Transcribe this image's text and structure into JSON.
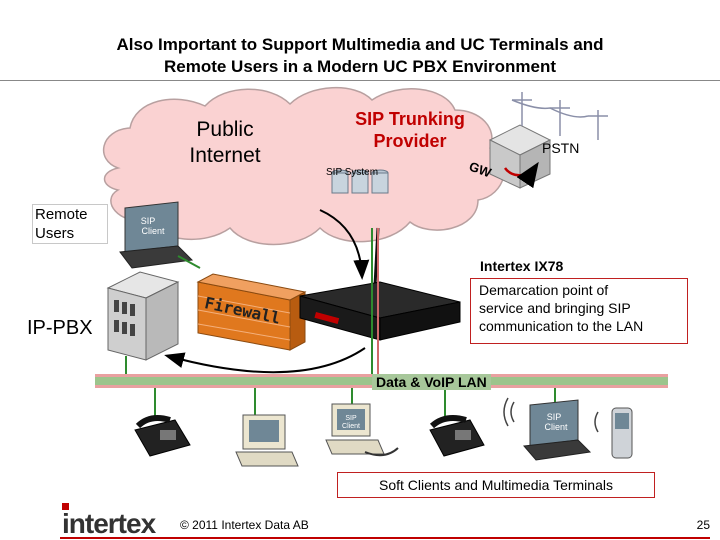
{
  "slide": {
    "title_line1": "Also Important to Support Multimedia and UC Terminals and",
    "title_line2": "Remote Users in a Modern UC PBX Environment"
  },
  "cloud": {
    "public_internet_line1": "Public",
    "public_internet_line2": "Internet",
    "sip_trunking_line1": "SIP Trunking",
    "sip_trunking_line2": "Provider",
    "sip_system": "SIP System",
    "gw": "GW",
    "pstn": "PSTN"
  },
  "labels": {
    "remote_users_line1": "Remote",
    "remote_users_line2": "Users",
    "ip_pbx": "IP-PBX",
    "firewall": "Firewall",
    "sip_client": "SIP Client",
    "sip_client_line1": "SIP",
    "sip_client_line2": "Client",
    "lan": "Data & VoIP LAN"
  },
  "ix78": {
    "name": "Intertex IX78",
    "line1": "Demarcation point of",
    "line2": "service and bringing SIP",
    "line3": "communication to the LAN"
  },
  "terminals": {
    "caption": "Soft Clients and Multimedia Terminals"
  },
  "footer": {
    "brand": "intertex",
    "copyright": "© 2011 Intertex Data AB",
    "page": "25"
  },
  "colors": {
    "cloud_fill": "#fad2d2",
    "lan_green": "#9cc48c",
    "lan_pink": "#e9a0a0",
    "accent_red": "#c00000",
    "firewall": "#e0781e"
  }
}
